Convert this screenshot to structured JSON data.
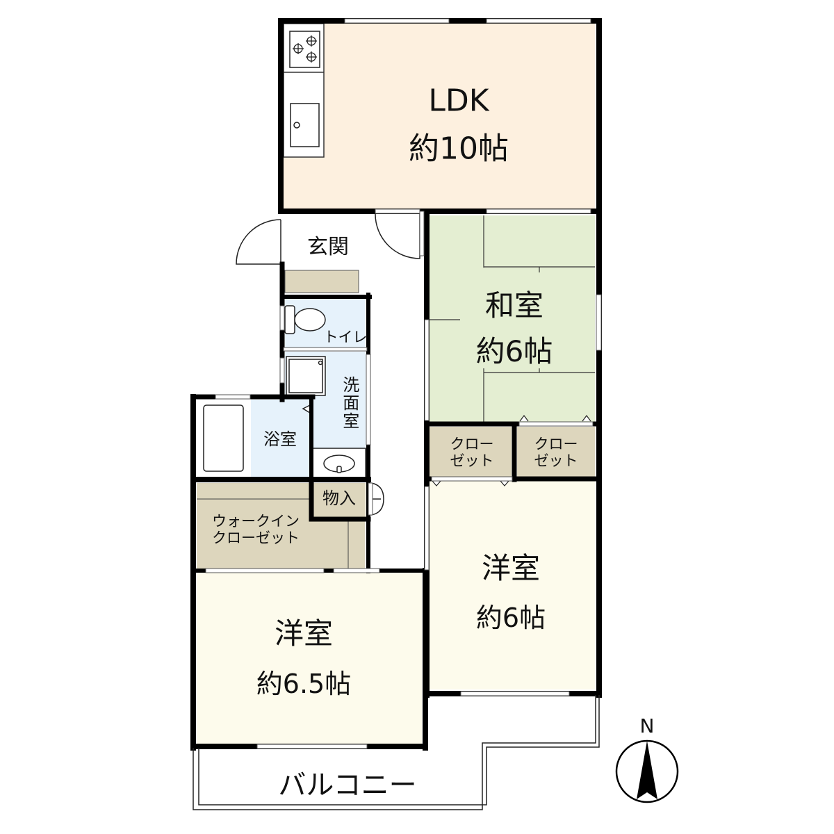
{
  "floor_plan": {
    "rooms": [
      {
        "id": "ldk",
        "name": "LDK",
        "size": "約10帖",
        "color": "#fdf0df"
      },
      {
        "id": "entrance",
        "name": "玄関",
        "color": "#ffffff"
      },
      {
        "id": "toilet",
        "name": "トイレ",
        "color": "#e6f2fb"
      },
      {
        "id": "washroom",
        "name": "洗面室",
        "color": "#e6f2fb"
      },
      {
        "id": "bathroom",
        "name": "浴室",
        "color": "#e6f2fb"
      },
      {
        "id": "storage",
        "name": "物入",
        "color": "#ddd6bd"
      },
      {
        "id": "walk_in_closet",
        "name_line1": "ウォークイン",
        "name_line2": "クローゼット",
        "color": "#ddd6bd"
      },
      {
        "id": "japanese_room",
        "name": "和室",
        "size": "約6帖",
        "color": "#e4eed2"
      },
      {
        "id": "closet_left",
        "name_line1": "クロー",
        "name_line2": "ゼット",
        "color": "#ddd6bd"
      },
      {
        "id": "closet_right",
        "name_line1": "クロー",
        "name_line2": "ゼット",
        "color": "#ddd6bd"
      },
      {
        "id": "western_room_east",
        "name": "洋室",
        "size": "約6帖",
        "color": "#fdfbec"
      },
      {
        "id": "western_room_west",
        "name": "洋室",
        "size": "約6.5帖",
        "color": "#fdfbec"
      },
      {
        "id": "balcony",
        "name": "バルコニー",
        "color": "#ffffff"
      }
    ],
    "compass": {
      "label": "N",
      "icon": "north-arrow-icon"
    },
    "colors": {
      "wall": "#000000",
      "line": "#333333"
    }
  }
}
